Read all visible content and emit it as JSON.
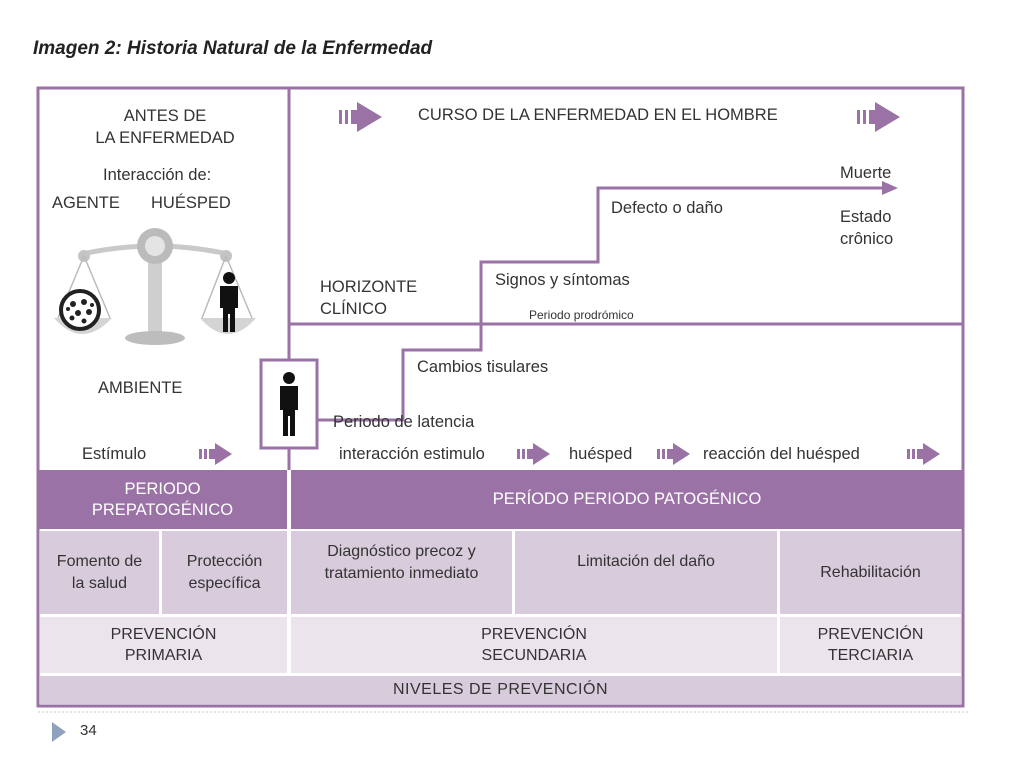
{
  "title": "Imagen 2: Historia Natural de la Enfermedad",
  "diagram": {
    "antes": {
      "heading_line1": "ANTES  DE",
      "heading_line2": "LA ENFERMEDAD",
      "interaccion": "Interacción de:",
      "agente": "AGENTE",
      "huesped": "HUÉSPED",
      "ambiente": "AMBIENTE",
      "estimulo": "Estímulo"
    },
    "curso": {
      "heading": "CURSO DE LA ENFERMEDAD EN EL HOMBRE",
      "muerte": "Muerte",
      "estado_line1": "Estado",
      "estado_line2": "crônico",
      "defecto": "Defecto o daño",
      "signos": "Signos y síntomas",
      "horizonte_line1": "HORIZONTE",
      "horizonte_line2": "CLÍNICO",
      "prodromico": "Periodo prodrómico",
      "cambios": "Cambios tisulares",
      "latencia": "Periodo de latencia",
      "interaccion_estimulo": "interacción  estimulo",
      "huesped": "huésped",
      "reaccion": "reacción del huésped"
    },
    "periodos": {
      "prepatogenico_line1": "PERIODO",
      "prepatogenico_line2": "PREPATOGÉNICO",
      "patogenico": "PERÍODO PERIODO  PATOGÉNICO"
    },
    "acciones": {
      "fomento_line1": "Fomento de",
      "fomento_line2": "la salud",
      "proteccion_line1": "Protección",
      "proteccion_line2": "específica",
      "diagnostico_line1": "Diagnóstico precoz y",
      "diagnostico_line2": "tratamiento inmediato",
      "limitacion": "Limitación del daño",
      "rehabilitacion": "Rehabilitación"
    },
    "prevencion": {
      "primaria_line1": "PREVENCIÓN",
      "primaria_line2": "PRIMARIA",
      "secundaria_line1": "PREVENCIÓN",
      "secundaria_line2": "SECUNDARIA",
      "terciaria_line1": "PREVENCIÓN",
      "terciaria_line2": "TERCIARIA"
    },
    "niveles": "NIVELES DE PREVENCIÓN"
  },
  "page_number": "34",
  "colors": {
    "frame": "#9b72a6",
    "band": "#9b72a6",
    "cell": "#d8cbdb",
    "cell_light": "#ebe4ec",
    "arrow": "#9b72a6"
  }
}
